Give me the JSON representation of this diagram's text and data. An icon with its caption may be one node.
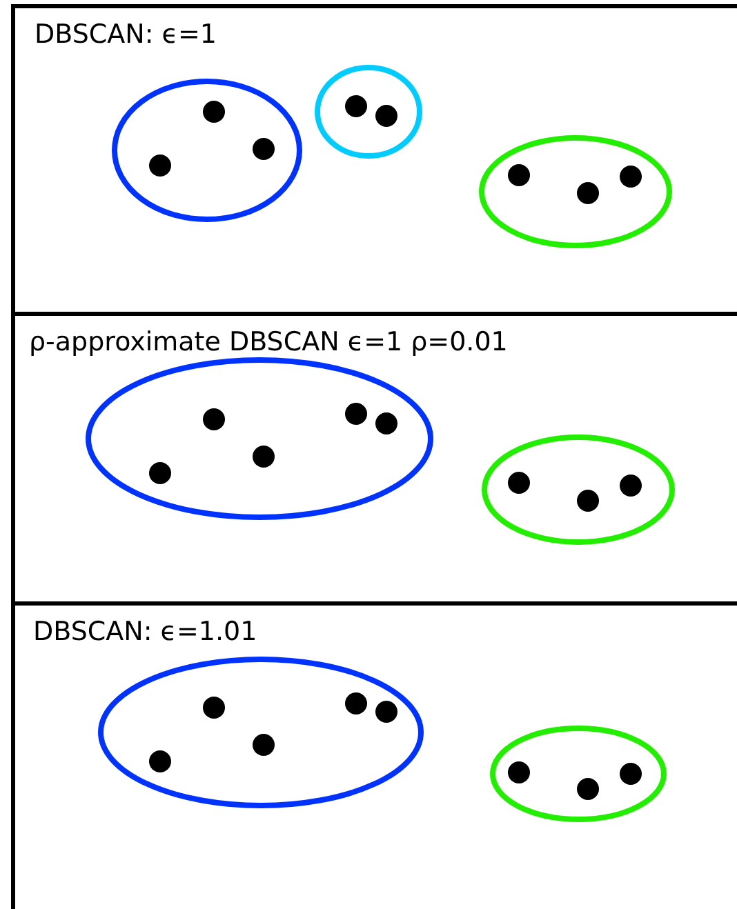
{
  "diagram": {
    "nodes": [
      {
        "text": [
          "DBSCAN: ϵ=1"
        ]
      },
      {
        "text": [
          "ρ-approximate DBSCAN ϵ=1 ρ=0.01"
        ]
      },
      {
        "text": [
          "DBSCAN: ϵ=1.01"
        ]
      }
    ]
  }
}
